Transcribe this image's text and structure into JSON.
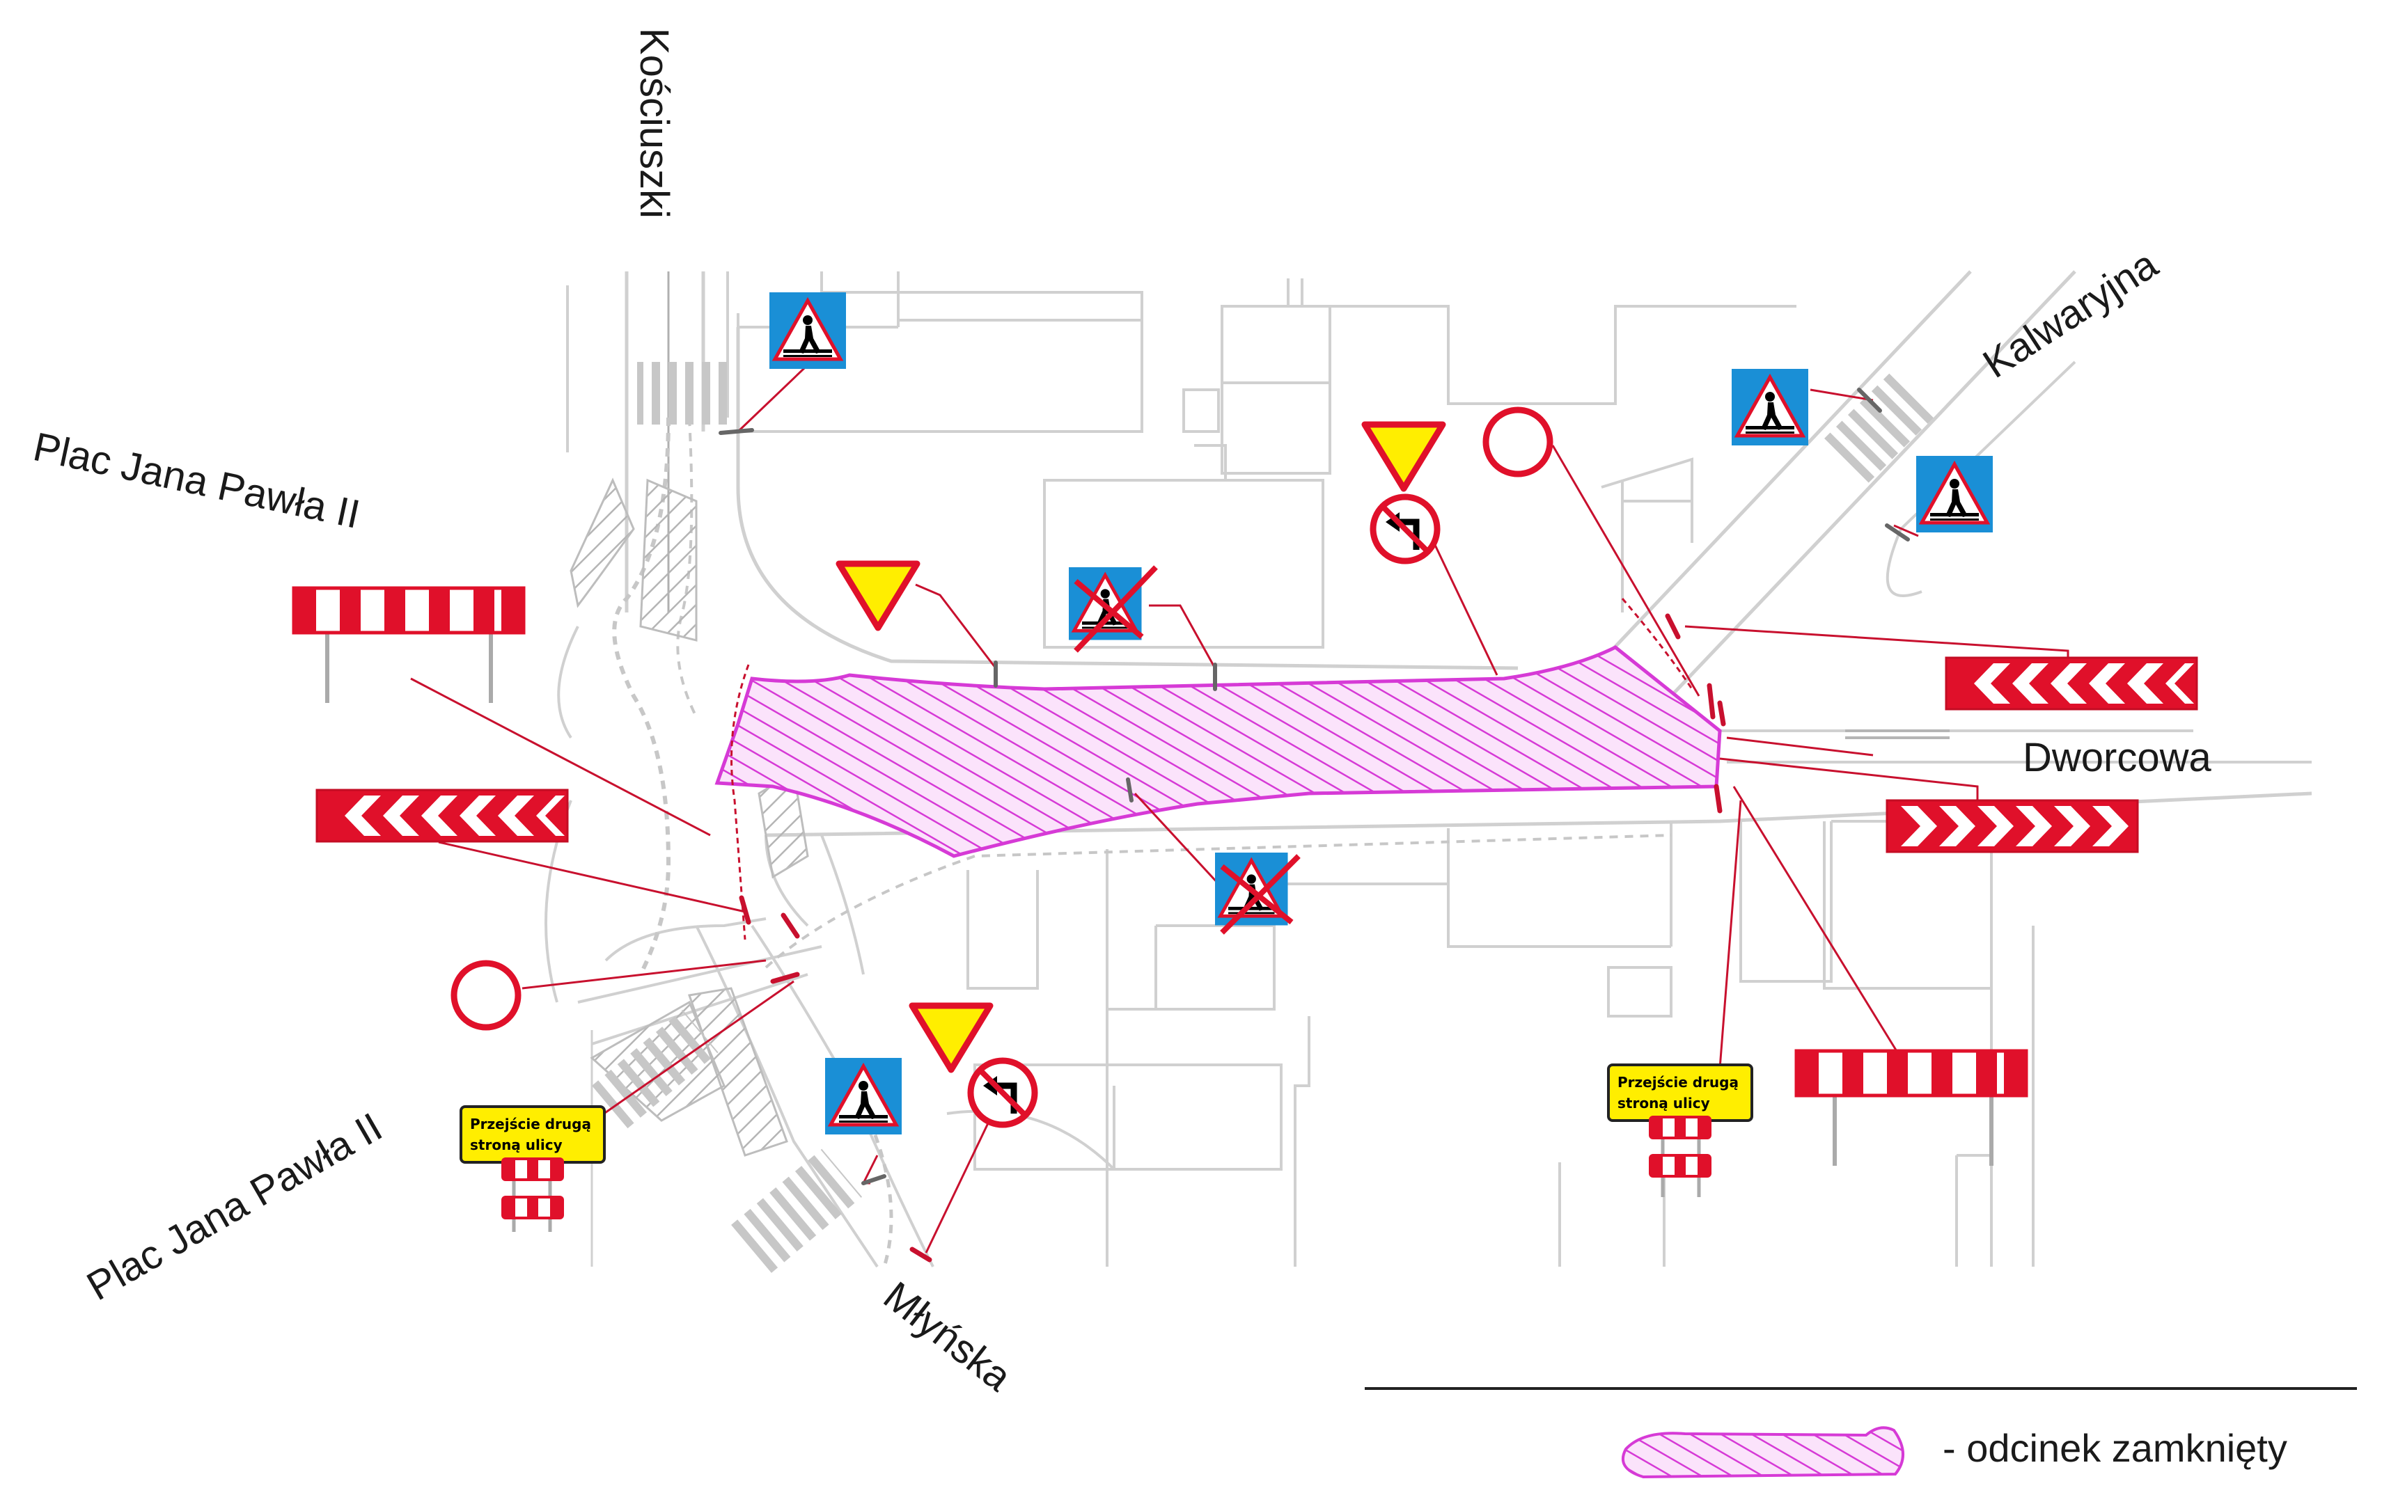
{
  "streets": {
    "koscuiszki": "Kościuszki",
    "plac_north": "Plac Jana Pawła II",
    "plac_south": "Plac Jana Pawła II",
    "kalwaryjna": "Kalwaryjna",
    "dworcowa": "Dworcowa",
    "mlynska": "Młyńska"
  },
  "signs": {
    "detour_left_line1": "Przejście drugą",
    "detour_left_line2": "stroną ulicy",
    "detour_right_line1": "Przejście drugą",
    "detour_right_line2": "stroną ulicy"
  },
  "legend": {
    "closed_section_label": "- odcinek zamknięty"
  },
  "colors": {
    "closed_area": "#d63ad6",
    "sign_red": "#e0102a",
    "sign_blue": "#1a8fd6",
    "sign_yellow": "#ffee00",
    "leader_line": "#c8102e",
    "road_outline": "#cfcfcf"
  },
  "icons": [
    "pedestrian-crossing-sign",
    "no-pedestrian-crossing-sign",
    "yield-sign",
    "no-left-turn-sign",
    "no-entry-sign",
    "chevron-left-board",
    "chevron-right-board",
    "barrier-board"
  ]
}
